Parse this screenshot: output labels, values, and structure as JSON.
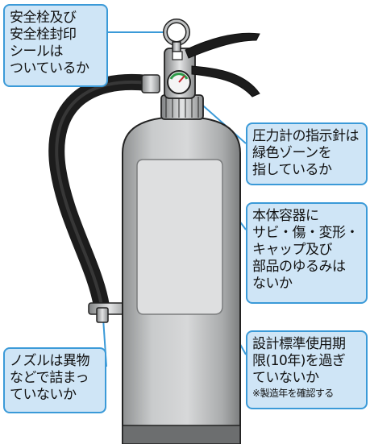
{
  "callouts": {
    "seal": {
      "lines": [
        "安全栓及び",
        "安全栓封印",
        "シールは",
        "ついているか"
      ]
    },
    "gauge": {
      "lines": [
        "圧力計の指示針は",
        "緑色ゾーンを",
        "指しているか"
      ]
    },
    "body": {
      "lines": [
        "本体容器に",
        "サビ・傷・変形・",
        "キャップ及び",
        "部品のゆるみは",
        "ないか"
      ]
    },
    "nozzle": {
      "lines": [
        "ノズルは異物",
        "などで詰まっ",
        "ていないか"
      ]
    },
    "date": {
      "lines": [
        "設計標準使用期",
        "限(10年)を過ぎ",
        "ていないか"
      ],
      "note": "※製造年を確認する"
    }
  },
  "colors": {
    "callout_fill": "#cfe5f6",
    "callout_border": "#3b9ad8",
    "body_silver": "#b9bbbc",
    "label_panel": "#dedfe0",
    "hose": "#1c1c1c"
  }
}
